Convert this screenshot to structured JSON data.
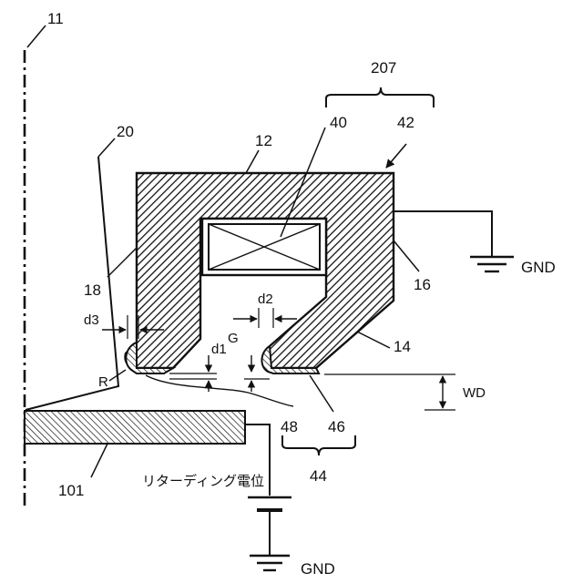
{
  "labels": {
    "axis": "11",
    "group_top": "207",
    "shield": "20",
    "body": "12",
    "coil": "40",
    "magnet_lens": "42",
    "inner_pole": "18",
    "outer_yoke": "16",
    "lower_pole": "14",
    "gap_d1": "d1",
    "gap_d2": "d2",
    "gap_d3": "d3",
    "gap_g": "G",
    "radius": "R",
    "tip_inner": "48",
    "tip_outer": "46",
    "group_bottom": "44",
    "sample": "101",
    "working_distance": "WD",
    "retarding": "リターディング電位",
    "gnd_right": "GND",
    "gnd_bottom": "GND"
  },
  "colors": {
    "ink": "#111111",
    "background": "#ffffff"
  }
}
